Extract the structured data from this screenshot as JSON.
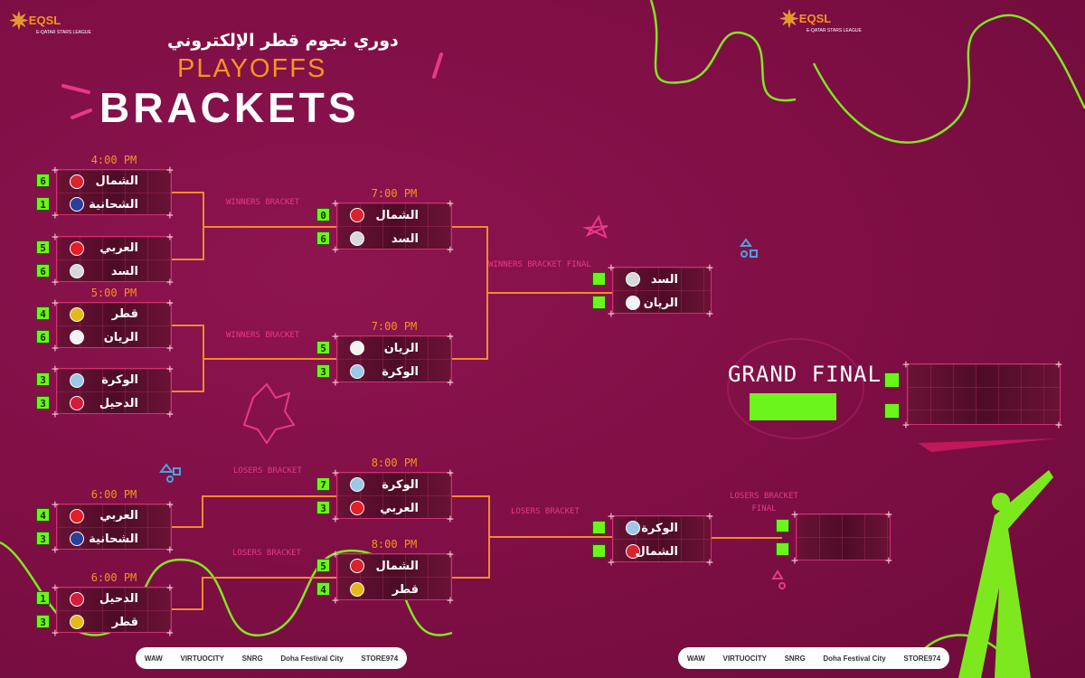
{
  "header": {
    "logo_text": "EQSL",
    "logo_subtext": "E-QATAR STARS LEAGUE",
    "title_ar": "دوري نجوم قطر الإلكتروني",
    "title_playoffs": "PLAYOFFS",
    "title_brackets": "BRACKETS"
  },
  "colors": {
    "bg": "#8a1048",
    "score": "#6bf51a",
    "time": "#f7941d",
    "label": "#e8388a",
    "connector": "#f28a2c"
  },
  "crest_colors": {
    "الشمال": "#d9232e",
    "الشحانية": "#2b3e9a",
    "العربي": "#e21e26",
    "السد": "#d8d8d8",
    "قطر": "#e5b81c",
    "الريان": "#f2f2f2",
    "الوكرة": "#9cc7e6",
    "الدحيل": "#d81b3c"
  },
  "matches": [
    {
      "id": "r1m1",
      "round": "winners-r1",
      "time": "4:00 PM",
      "teams": [
        {
          "name": "الشمال",
          "score": "6"
        },
        {
          "name": "الشحانية",
          "score": "1"
        }
      ]
    },
    {
      "id": "r1m2",
      "round": "winners-r1",
      "teams": [
        {
          "name": "العربي",
          "score": "5"
        },
        {
          "name": "السد",
          "score": "6"
        }
      ]
    },
    {
      "id": "r1m3",
      "round": "winners-r1",
      "time": "5:00 PM",
      "teams": [
        {
          "name": "قطر",
          "score": "4"
        },
        {
          "name": "الريان",
          "score": "6"
        }
      ]
    },
    {
      "id": "r1m4",
      "round": "winners-r1",
      "teams": [
        {
          "name": "الوكرة",
          "score": "3"
        },
        {
          "name": "الدحيل",
          "score": "3"
        }
      ]
    },
    {
      "id": "wb1",
      "round": "winners-r2",
      "time": "7:00 PM",
      "label": "WINNERS BRACKET",
      "teams": [
        {
          "name": "الشمال",
          "score": "0"
        },
        {
          "name": "السد",
          "score": "6"
        }
      ]
    },
    {
      "id": "wb2",
      "round": "winners-r2",
      "time": "7:00 PM",
      "label": "WINNERS BRACKET",
      "teams": [
        {
          "name": "الريان",
          "score": "5"
        },
        {
          "name": "الوكرة",
          "score": "3"
        }
      ]
    },
    {
      "id": "wbf",
      "round": "winners-final",
      "label": "WINNERS BRACKET FINAL",
      "teams": [
        {
          "name": "السد",
          "score": ""
        },
        {
          "name": "الريان",
          "score": ""
        }
      ]
    },
    {
      "id": "l1",
      "round": "losers-r1",
      "time": "6:00 PM",
      "teams": [
        {
          "name": "العربي",
          "score": "4"
        },
        {
          "name": "الشحانية",
          "score": "3"
        }
      ]
    },
    {
      "id": "l2",
      "round": "losers-r1",
      "time": "6:00 PM",
      "teams": [
        {
          "name": "الدحيل",
          "score": "1"
        },
        {
          "name": "قطر",
          "score": "3"
        }
      ]
    },
    {
      "id": "lb1",
      "round": "losers-r2",
      "time": "8:00 PM",
      "label": "LOSERS BRACKET",
      "teams": [
        {
          "name": "الوكرة",
          "score": "7"
        },
        {
          "name": "العربي",
          "score": "3"
        }
      ]
    },
    {
      "id": "lb2",
      "round": "losers-r2",
      "time": "8:00 PM",
      "label": "LOSERS BRACKET",
      "teams": [
        {
          "name": "الشمال",
          "score": "5"
        },
        {
          "name": "قطر",
          "score": "4"
        }
      ]
    },
    {
      "id": "lb3",
      "round": "losers-r3",
      "label": "LOSERS BRACKET",
      "teams": [
        {
          "name": "الوكرة",
          "score": ""
        },
        {
          "name": "الشمال",
          "score": ""
        }
      ]
    },
    {
      "id": "lbf",
      "round": "losers-final",
      "label": "LOSERS BRACKET FINAL",
      "teams": [
        {
          "name": "",
          "score": ""
        },
        {
          "name": "",
          "score": ""
        }
      ]
    },
    {
      "id": "gf",
      "round": "grand-final",
      "teams": [
        {
          "name": "",
          "score": ""
        },
        {
          "name": "",
          "score": ""
        }
      ]
    }
  ],
  "grand_final": {
    "title": "GRAND FINAL"
  },
  "sponsors": [
    "SNRG",
    "STORE974",
    "VIRTUOCITY",
    "Doha Festival City",
    "WAW"
  ]
}
